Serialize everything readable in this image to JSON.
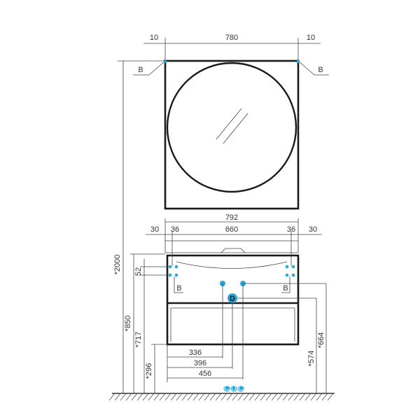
{
  "colors": {
    "line": "#333333",
    "outline": "#1a1a1a",
    "accent_blue": "#29a8d8"
  },
  "icons": {
    "mounting_point": "blue-dot-icon",
    "drain_point": "blue-circle-D-icon",
    "utility_group": "utility-connections-icon"
  },
  "mirror": {
    "dim_left_margin": "10",
    "dim_width": "780",
    "dim_right_margin": "10",
    "callout_left": "B",
    "callout_right": "B"
  },
  "cabinet": {
    "dim_left_outer": "30",
    "dim_left_inner": "36",
    "dim_overall_width": "792",
    "dim_inner_width": "660",
    "dim_right_inner": "36",
    "dim_right_outer": "30",
    "dim_mount_spacing": "52",
    "callout_left": "B",
    "callout_right": "B",
    "drain_label": "D",
    "dim_336": "336",
    "dim_396": "396",
    "dim_456": "456"
  },
  "heights": {
    "total": "*2000",
    "h850": "*850",
    "h717": "*717",
    "h296": "*296",
    "h664": "*664",
    "h574": "*574"
  },
  "floor": {
    "utility_labels": [
      "C",
      "D",
      "C"
    ]
  }
}
